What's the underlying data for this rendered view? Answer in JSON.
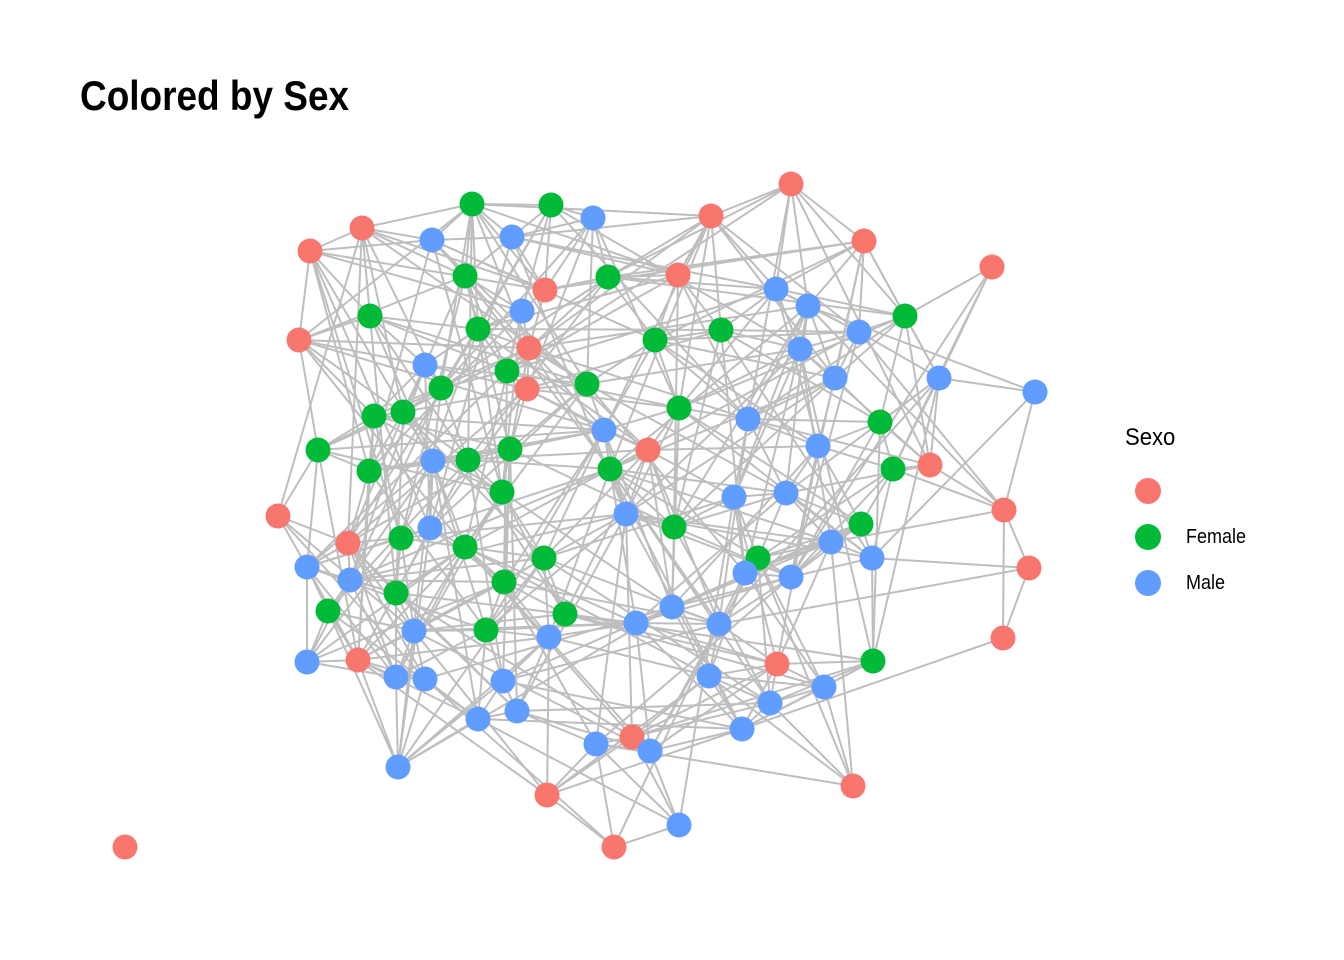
{
  "title": "Colored by Sex",
  "legend": {
    "title": "Sexo",
    "items": [
      {
        "key": "na",
        "label": "",
        "color": "#F8766D"
      },
      {
        "key": "female",
        "label": "Female",
        "color": "#00BA38"
      },
      {
        "key": "male",
        "label": "Male",
        "color": "#619CFF"
      }
    ]
  },
  "edge_color": "#BEBEBE",
  "nodes": [
    "na",
    "na",
    "na",
    "na",
    "na",
    "na",
    "na",
    "na",
    "na",
    "na",
    "na",
    "na",
    "na",
    "na",
    "na",
    "na",
    "na",
    "na",
    "na",
    "na",
    "na",
    "na",
    "na",
    "na",
    "na",
    "female",
    "female",
    "female",
    "female",
    "female",
    "female",
    "female",
    "female",
    "female",
    "female",
    "female",
    "female",
    "female",
    "female",
    "female",
    "female",
    "female",
    "female",
    "female",
    "female",
    "female",
    "female",
    "female",
    "female",
    "female",
    "female",
    "female",
    "female",
    "female",
    "female",
    "female",
    "female",
    "female",
    "female",
    "female",
    "male",
    "male",
    "male",
    "male",
    "male",
    "male",
    "male",
    "male",
    "male",
    "male",
    "male",
    "male",
    "male",
    "male",
    "male",
    "male",
    "male",
    "male",
    "male",
    "male",
    "male",
    "male",
    "male",
    "male",
    "male",
    "male",
    "male",
    "male",
    "male",
    "male",
    "male",
    "male",
    "male",
    "male",
    "male",
    "male",
    "male",
    "male",
    "male",
    "male",
    "male",
    "male",
    "male",
    "male",
    "male"
  ]
}
